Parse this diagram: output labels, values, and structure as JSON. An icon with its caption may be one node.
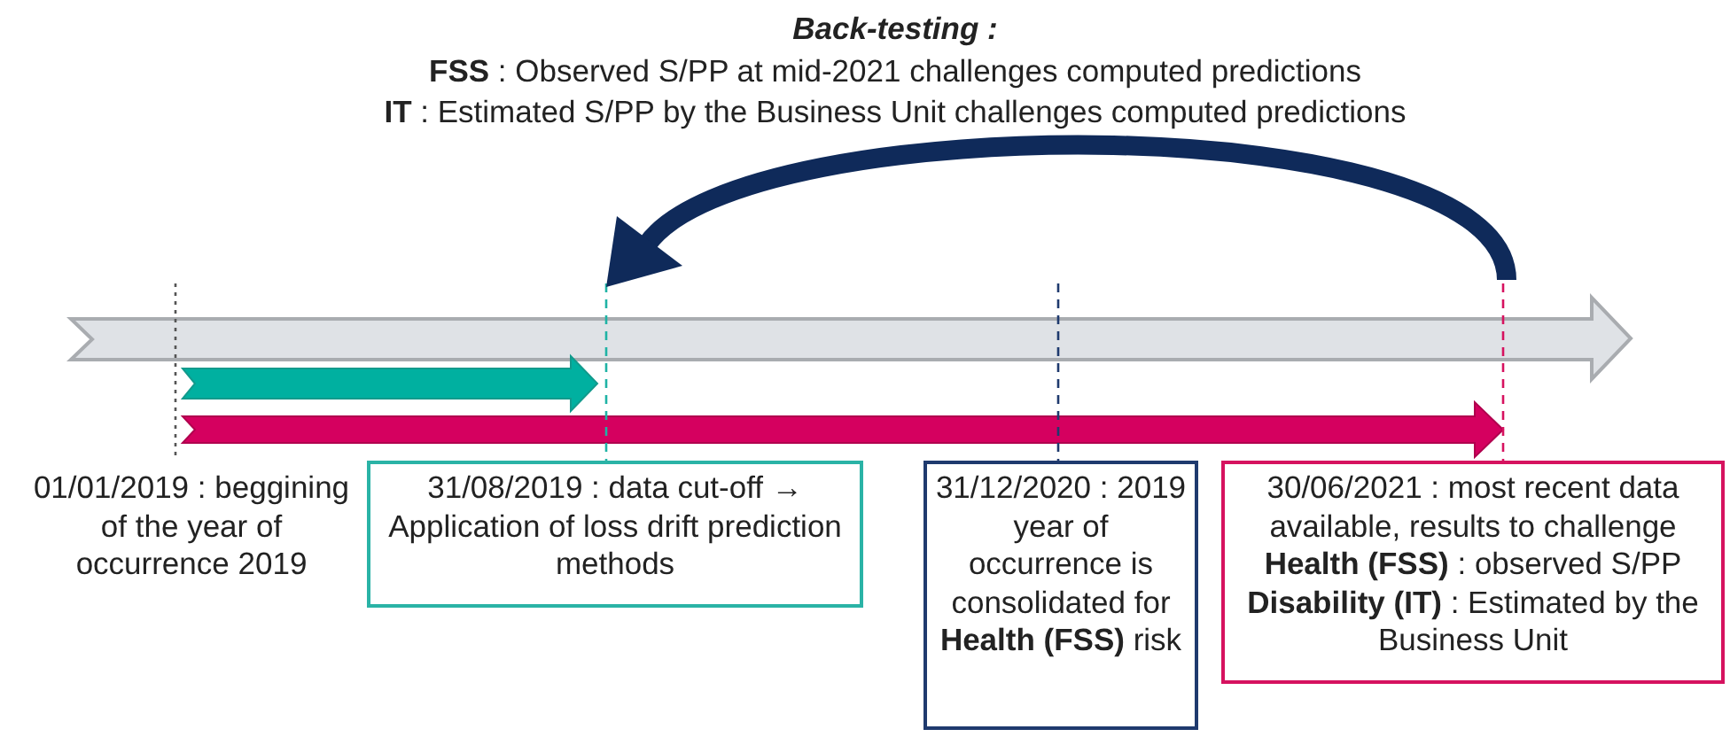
{
  "diagram": {
    "title": "Back-testing :",
    "nodes": [
      {
        "text": [
          "01/01/2019 : beggining of the year of occurrence 2019"
        ]
      },
      {
        "text": [
          "31/08/2019 : data cut-off → Application of loss drift prediction methods"
        ]
      },
      {
        "text": [
          "31/12/2020 : 2019 year of occurrence is consolidated for **Health (FSS)** risk"
        ]
      },
      {
        "text": [
          "30/06/2021 : most recent data available, results to challenge **Health (FSS)** : observed S/PP **Disability (IT)** : Estimated by the Business Unit"
        ]
      }
    ],
    "labels": [
      "**FSS** : Observed S/PP at mid-2021 challenges computed predictions",
      "**IT** : Estimated S/PP by the Business Unit challenges computed predictions"
    ]
  }
}
